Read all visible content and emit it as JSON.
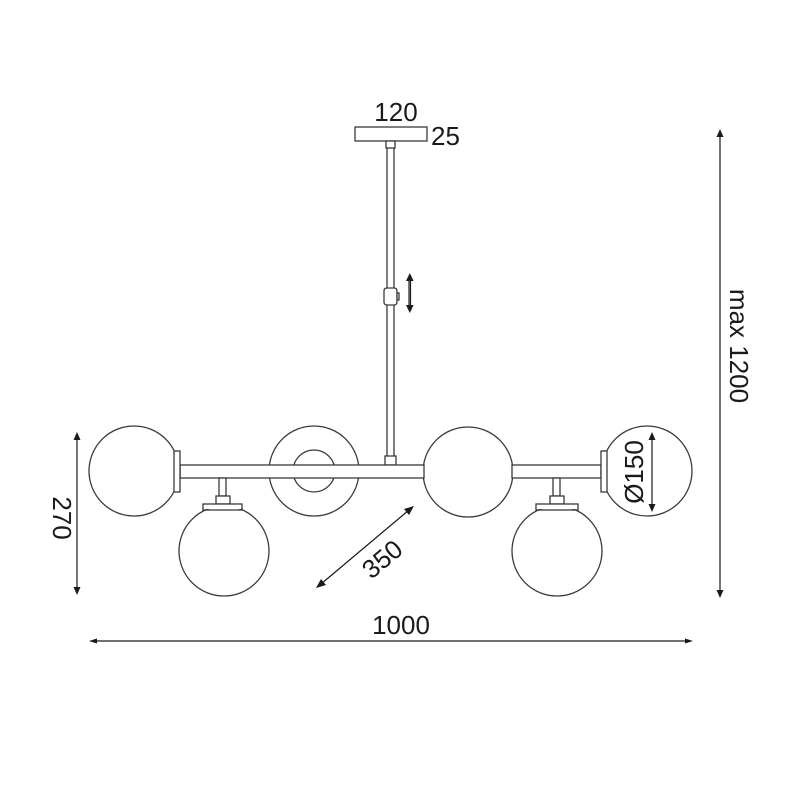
{
  "diagram": {
    "subject": "pendant chandelier dimension drawing",
    "units": "mm",
    "dimensions": {
      "canopy_width": "120",
      "canopy_height": "25",
      "max_height": "max 1200",
      "fixture_height": "270",
      "overall_width": "1000",
      "arm_depth": "350",
      "globe_diameter": "Ø150"
    },
    "components": {
      "globes_count": 6,
      "adjustable_rod": true
    },
    "colors": {
      "line": "#3a3a3a",
      "dimension": "#1a1a1a",
      "background": "#ffffff"
    }
  }
}
